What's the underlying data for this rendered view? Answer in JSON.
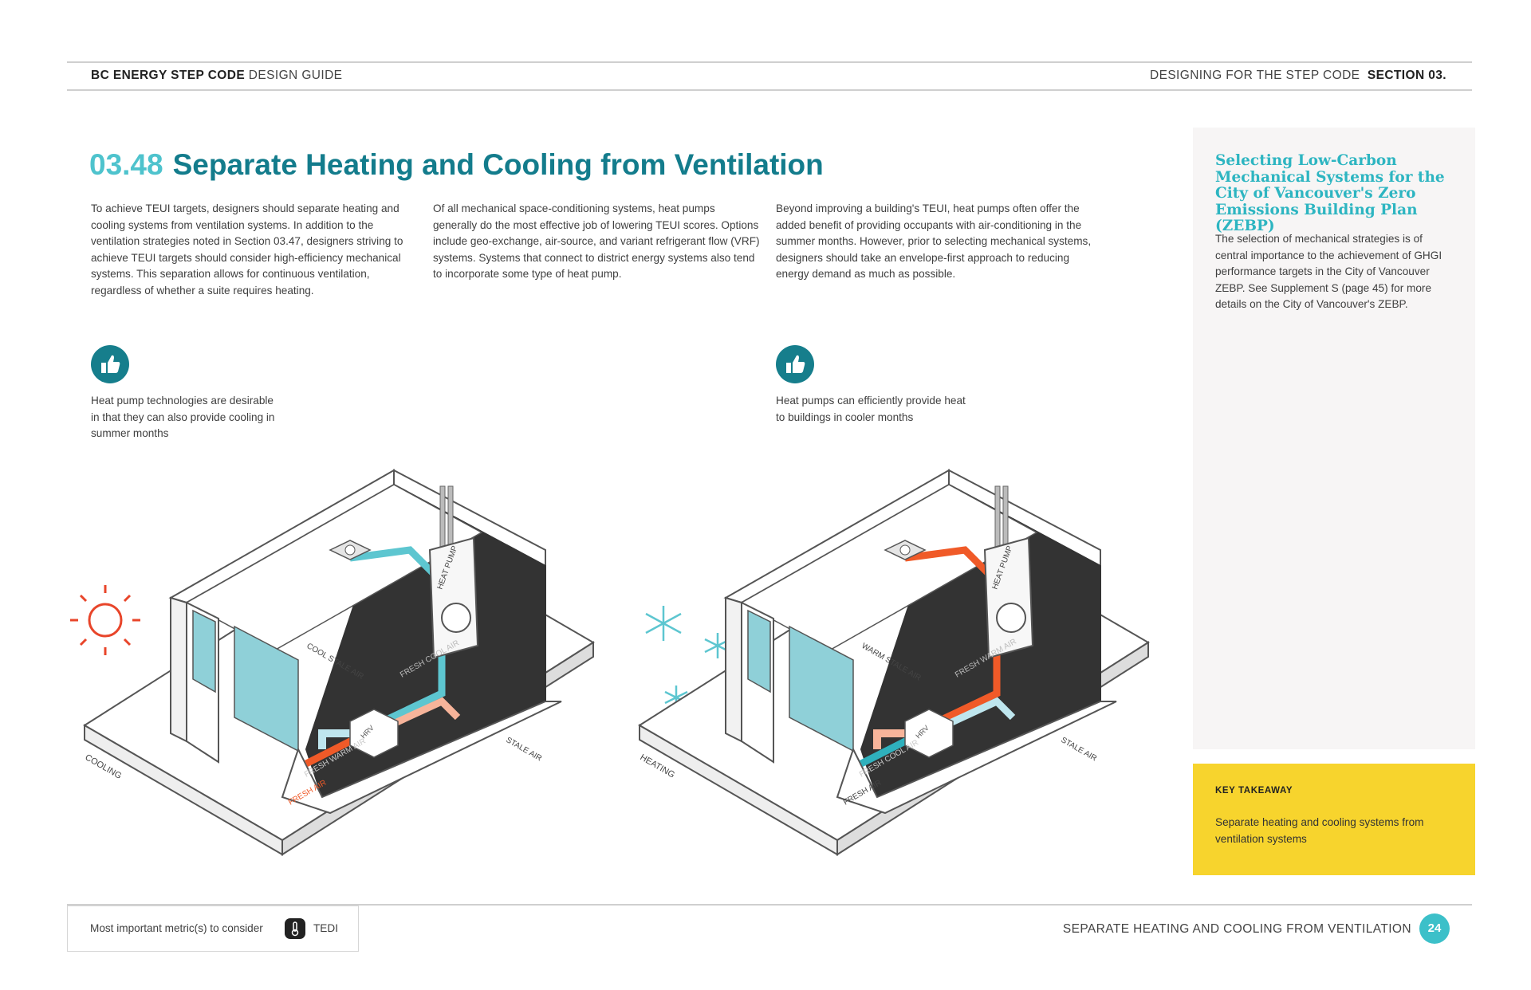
{
  "header": {
    "left_bold": "BC ENERGY STEP CODE",
    "left_light": "DESIGN GUIDE",
    "right_light": "DESIGNING FOR THE STEP CODE",
    "right_bold": "SECTION 03."
  },
  "title": {
    "number": "03.48",
    "text": "Separate Heating and Cooling from Ventilation"
  },
  "columns": [
    "To achieve TEUI targets, designers should separate heating and cooling systems from ventilation systems. In addition to the ventilation strategies noted in Section 03.47, designers striving to achieve TEUI targets should consider high-efficiency mechanical systems. This separation allows for continuous ventilation, regardless of whether a suite requires heating.",
    "Of all mechanical space-conditioning systems, heat pumps generally do the most effective job of lowering TEUI scores. Options include geo-exchange, air-source, and variant refrigerant flow (VRF) systems. Systems that connect to district energy systems also tend to incorporate some type of heat pump.",
    "Beyond improving a building's TEUI, heat pumps often offer the added benefit of providing occupants with air-conditioning in the summer months. However, prior to selecting mechanical systems, designers should take an envelope-first approach to reducing energy demand as much as possible."
  ],
  "captions": {
    "left": "Heat pump technologies are desirable in that they can also provide cooling in summer months",
    "right": "Heat pumps can efficiently provide heat to buildings in cooler months"
  },
  "diagram_left": {
    "mode": "COOLING",
    "labels": {
      "room_air": "COOL STALE AIR",
      "supply": "FRESH COOL AIR",
      "intake": "FRESH WARM AIR",
      "hrv": "HRV",
      "heat_pump": "HEAT PUMP",
      "stale": "STALE AIR",
      "fresh": "FRESH AIR"
    }
  },
  "diagram_right": {
    "mode": "HEATING",
    "labels": {
      "room_air": "WARM STALE AIR",
      "supply": "FRESH WARM AIR",
      "intake": "FRESH COOL AIR",
      "hrv": "HRV",
      "heat_pump": "HEAT PUMP",
      "stale": "STALE AIR",
      "fresh": "FRESH AIR"
    }
  },
  "sidebar": {
    "title": "Selecting Low-Carbon Mechanical Systems for the City of Vancouver's Zero Emissions Building Plan (ZEBP)",
    "body": "The selection of mechanical strategies is of central importance to the achievement of GHGI performance targets in the City of Vancouver ZEBP. See Supplement S (page 45) for more details on the City of Vancouver's ZEBP."
  },
  "takeaway": {
    "label": "KEY TAKEAWAY",
    "text": "Separate heating and cooling systems from ventilation systems"
  },
  "metric": {
    "label": "Most important metric(s) to consider",
    "value": "TEDI"
  },
  "footer": {
    "title": "SEPARATE HEATING AND COOLING FROM VENTILATION",
    "page": "24"
  },
  "colors": {
    "teal_dark": "#137c8c",
    "teal_light": "#4ec3cd",
    "orange": "#f05a28",
    "salmon": "#f7b49a",
    "pale_blue": "#bfe6ee",
    "yellow": "#f7d42d"
  },
  "icons": {
    "badge": "thumbs-up-icon",
    "left_weather": "sun-icon",
    "right_weather": "snowflake-icon",
    "metric": "thermometer-icon"
  }
}
